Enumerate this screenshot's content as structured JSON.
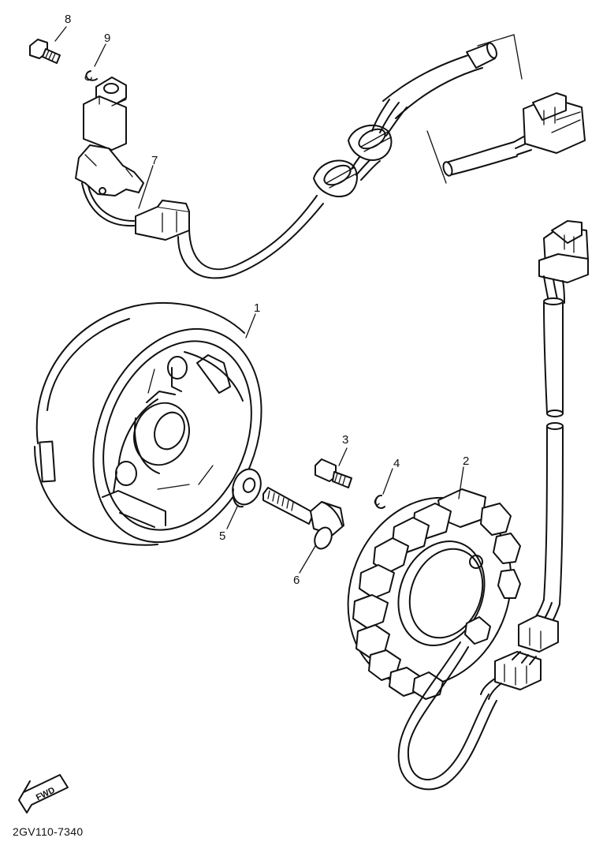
{
  "callouts": {
    "c1": "1",
    "c2": "2",
    "c3": "3",
    "c4": "4",
    "c5": "5",
    "c6": "6",
    "c7": "7",
    "c8": "8",
    "c9": "9"
  },
  "fwd_label": "FWD",
  "drawing_code": "2GV110-7340"
}
